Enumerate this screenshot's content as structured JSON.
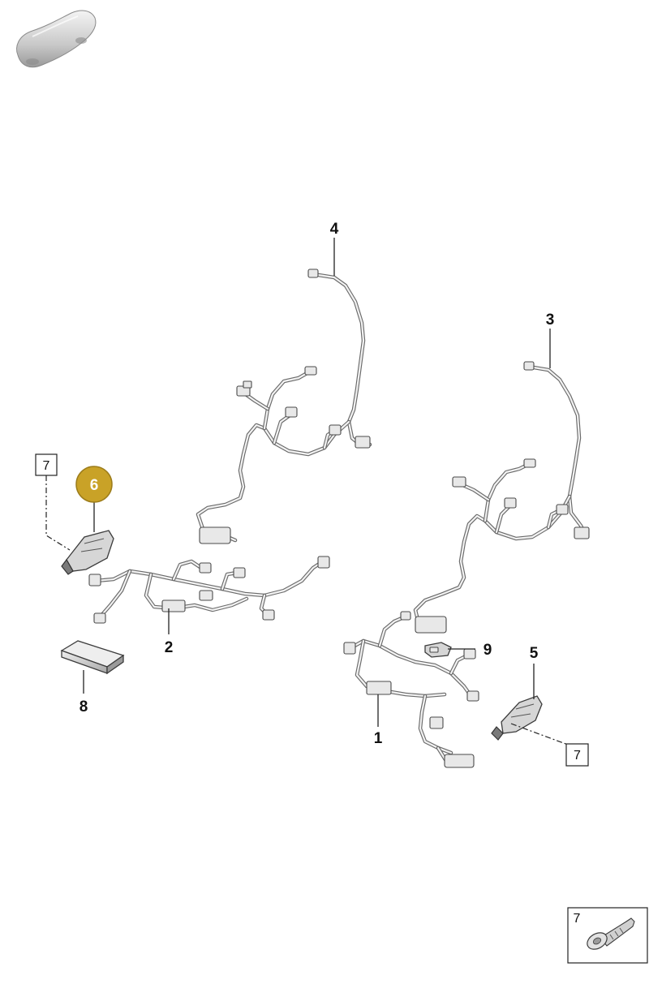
{
  "diagram": {
    "callouts": [
      {
        "id": "c1",
        "label": "1"
      },
      {
        "id": "c2",
        "label": "2"
      },
      {
        "id": "c3",
        "label": "3"
      },
      {
        "id": "c4",
        "label": "4"
      },
      {
        "id": "c5",
        "label": "5"
      },
      {
        "id": "c6",
        "label": "6",
        "highlighted": true
      },
      {
        "id": "c8",
        "label": "8"
      },
      {
        "id": "c9",
        "label": "9"
      }
    ],
    "boxed_refs": [
      {
        "id": "b7a",
        "label": "7"
      },
      {
        "id": "b7b",
        "label": "7"
      }
    ],
    "inset": {
      "label": "7"
    },
    "colors": {
      "highlight": "#c9a227",
      "highlight_border": "#9c7c1a",
      "wire": "#6a6a6a",
      "part_fill": "#d6d6d6"
    },
    "icons": [
      "vehicle-thumbnail-icon",
      "bolt-screw-icon"
    ]
  }
}
